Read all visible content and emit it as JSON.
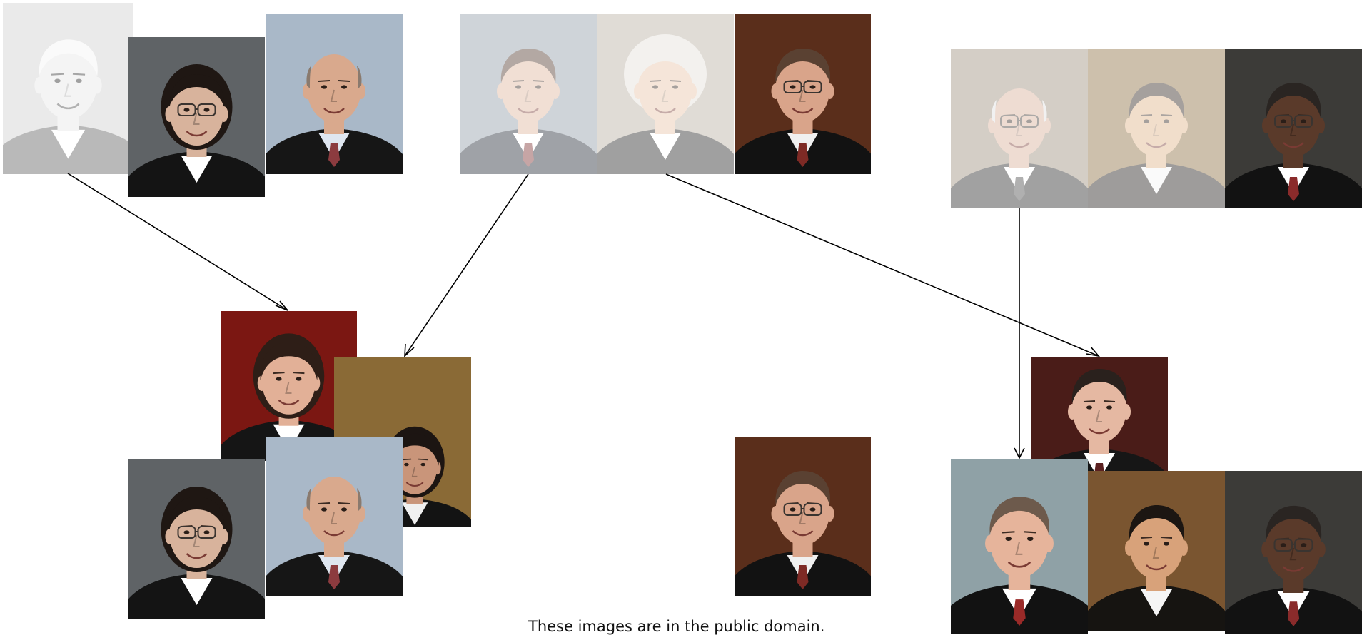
{
  "caption": "These images are in the public domain.",
  "colors": {
    "arrow": "#000000",
    "background": "#ffffff"
  },
  "portraits": [
    {
      "id": "tl1",
      "faded": true,
      "bg": "#cfcfcf",
      "skin": "#e7e7e7",
      "hair": "#f4f4f4",
      "robe": "#5a5a5a",
      "collar": "#ffffff",
      "glasses": false,
      "hairStyle": "short",
      "grey": true
    },
    {
      "id": "tl2",
      "faded": false,
      "bg": "#5f6366",
      "skin": "#d8b39c",
      "hair": "#1f1713",
      "robe": "#141414",
      "collar": "#ffffff",
      "glasses": true,
      "hairStyle": "back"
    },
    {
      "id": "tl3",
      "faded": false,
      "bg": "#a9b8c8",
      "skin": "#d9a98d",
      "hair": "#8a7a6e",
      "robe": "#161616",
      "collar": "#dfe6f0",
      "tie": "#8c3b3f",
      "glasses": false,
      "hairStyle": "bald"
    },
    {
      "id": "tm1",
      "faded": true,
      "bg": "#8f9aa7",
      "skin": "#e0b49a",
      "hair": "#4b3325",
      "robe": "#1d2430",
      "collar": "#ffffff",
      "tie": "#7a2c2c",
      "glasses": false,
      "hairStyle": "short"
    },
    {
      "id": "tm2",
      "faded": true,
      "bg": "#b7aea0",
      "skin": "#e8c3a6",
      "hair": "#e3dfd8",
      "robe": "#202020",
      "collar": "#ffffff",
      "glasses": false,
      "hairStyle": "fluffy"
    },
    {
      "id": "tm3",
      "faded": false,
      "bg": "#5a2e1b",
      "skin": "#d9a48a",
      "hair": "#5a4132",
      "robe": "#121212",
      "collar": "#f0f0f0",
      "tie": "#7e2a25",
      "glasses": true,
      "hairStyle": "short"
    },
    {
      "id": "tr1",
      "faded": true,
      "bg": "#9a8c7a",
      "skin": "#d8ad96",
      "hair": "#e0e0e0",
      "robe": "#222222",
      "collar": "#ffffff",
      "tie": "#444444",
      "glasses": true,
      "hairStyle": "bald"
    },
    {
      "id": "tr2",
      "faded": true,
      "bg": "#8a6b3c",
      "skin": "#e0b186",
      "hair": "#2b2018",
      "robe": "#1a1612",
      "collar": "#f5f5f5",
      "glasses": false,
      "hairStyle": "short"
    },
    {
      "id": "tr3",
      "faded": false,
      "bg": "#3c3b38",
      "skin": "#5a3a2a",
      "hair": "#2a2522",
      "robe": "#121212",
      "collar": "#ffffff",
      "tie": "#8a2b2b",
      "glasses": true,
      "hairStyle": "short"
    },
    {
      "id": "bl1",
      "faded": false,
      "bg": "#7b1712",
      "skin": "#e2b097",
      "hair": "#2e1e17",
      "robe": "#151515",
      "collar": "#ffffff",
      "glasses": false,
      "hairStyle": "bob"
    },
    {
      "id": "bl2",
      "faded": false,
      "bg": "#8a6a36",
      "skin": "#c9957a",
      "hair": "#1c1512",
      "robe": "#131313",
      "collar": "#f0f0f0",
      "glasses": false,
      "hairStyle": "bob",
      "small": true
    },
    {
      "id": "bl3",
      "faded": false,
      "bg": "#5f6366",
      "skin": "#d8b39c",
      "hair": "#1f1713",
      "robe": "#141414",
      "collar": "#ffffff",
      "glasses": true,
      "hairStyle": "back"
    },
    {
      "id": "bl4",
      "faded": false,
      "bg": "#a9b8c8",
      "skin": "#d9a98d",
      "hair": "#8a7a6e",
      "robe": "#161616",
      "collar": "#dfe6f0",
      "tie": "#8c3b3f",
      "glasses": false,
      "hairStyle": "bald"
    },
    {
      "id": "bm1",
      "faded": false,
      "bg": "#5a2e1b",
      "skin": "#d9a48a",
      "hair": "#5a4132",
      "robe": "#121212",
      "collar": "#f0f0f0",
      "tie": "#7e2a25",
      "glasses": true,
      "hairStyle": "short"
    },
    {
      "id": "br1",
      "faded": false,
      "bg": "#4a1c18",
      "skin": "#e5b8a2",
      "hair": "#2a211d",
      "robe": "#161616",
      "collar": "#ffffff",
      "tie": "#5a2020",
      "glasses": false,
      "hairStyle": "short"
    },
    {
      "id": "br2",
      "faded": false,
      "bg": "#8fa1a6",
      "skin": "#e6b49b",
      "hair": "#6d5a4c",
      "robe": "#121212",
      "collar": "#ffffff",
      "tie": "#9a2a28",
      "glasses": false,
      "hairStyle": "short"
    },
    {
      "id": "br3",
      "faded": false,
      "bg": "#7a5530",
      "skin": "#d8a27a",
      "hair": "#1c1612",
      "robe": "#161411",
      "collar": "#f5f5f5",
      "glasses": false,
      "hairStyle": "short"
    },
    {
      "id": "br4",
      "faded": false,
      "bg": "#3c3b38",
      "skin": "#5a3a2a",
      "hair": "#2a2522",
      "robe": "#121212",
      "collar": "#ffffff",
      "tie": "#8a2b2b",
      "glasses": true,
      "hairStyle": "short"
    }
  ]
}
